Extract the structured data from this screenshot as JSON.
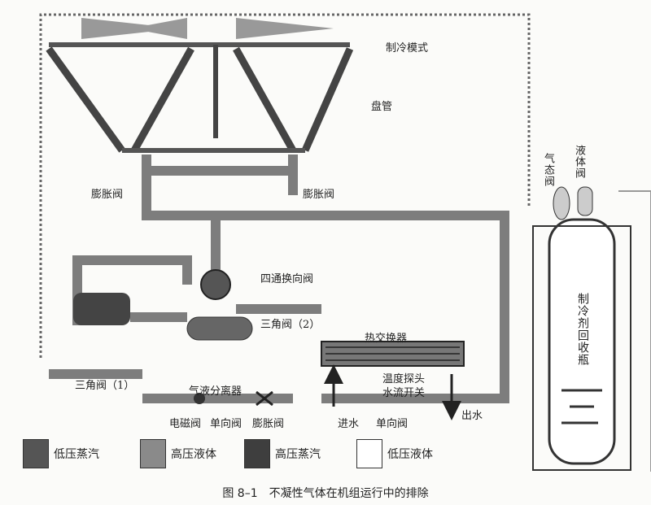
{
  "labels": {
    "mode": "制冷模式",
    "coil": "盘管",
    "exp_left": "膨胀阀",
    "exp_right": "膨胀阀",
    "four_way": "四通换向阀",
    "tri2": "三角阀（2）",
    "tri1": "三角阀（1）",
    "separator": "气液分离器",
    "hx": "热交换器",
    "temp": "温度探头",
    "flow": "水流开关",
    "water_in": "进水",
    "check2": "单向阀",
    "water_out": "出水",
    "solenoid": "电磁阀",
    "check1": "单向阀",
    "exp_bottom": "膨胀阀",
    "gas_valve": "气态阀",
    "liquid_valve": "液体阀",
    "bottle": "制冷剂回收瓶"
  },
  "legend": [
    {
      "label": "低压蒸汽",
      "color": "#555555"
    },
    {
      "label": "高压液体",
      "color": "#8a8a8a"
    },
    {
      "label": "高压蒸汽",
      "color": "#3e3e3e"
    },
    {
      "label": "低压液体",
      "color": "#ffffff"
    }
  ],
  "caption": "图 8–1　不凝性气体在机组运行中的排除"
}
